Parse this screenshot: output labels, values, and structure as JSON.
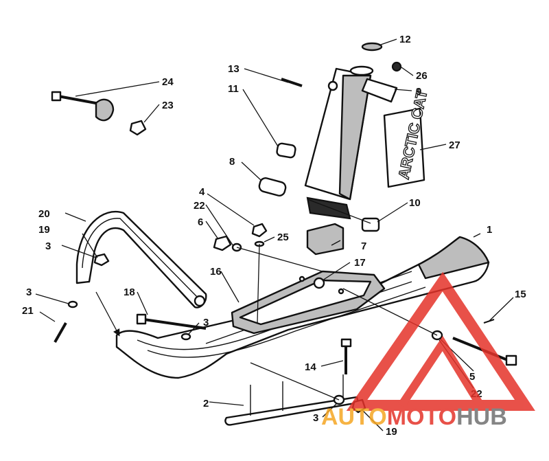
{
  "diagram": {
    "callouts": [
      "1",
      "2",
      "3",
      "3",
      "3",
      "3",
      "4",
      "5",
      "6",
      "7",
      "8",
      "9",
      "10",
      "11",
      "12",
      "13",
      "14",
      "15",
      "16",
      "17",
      "18",
      "19",
      "19",
      "20",
      "21",
      "22",
      "22",
      "23",
      "24",
      "25",
      "26",
      "27"
    ],
    "decal_text": "ARCTIC CAT"
  },
  "watermark": {
    "part1": "AUTO",
    "part2": "MOTO",
    "part3": "HUB",
    "colors": {
      "orange": "#f5a623",
      "red": "#e5332a",
      "gray": "#707070"
    }
  }
}
